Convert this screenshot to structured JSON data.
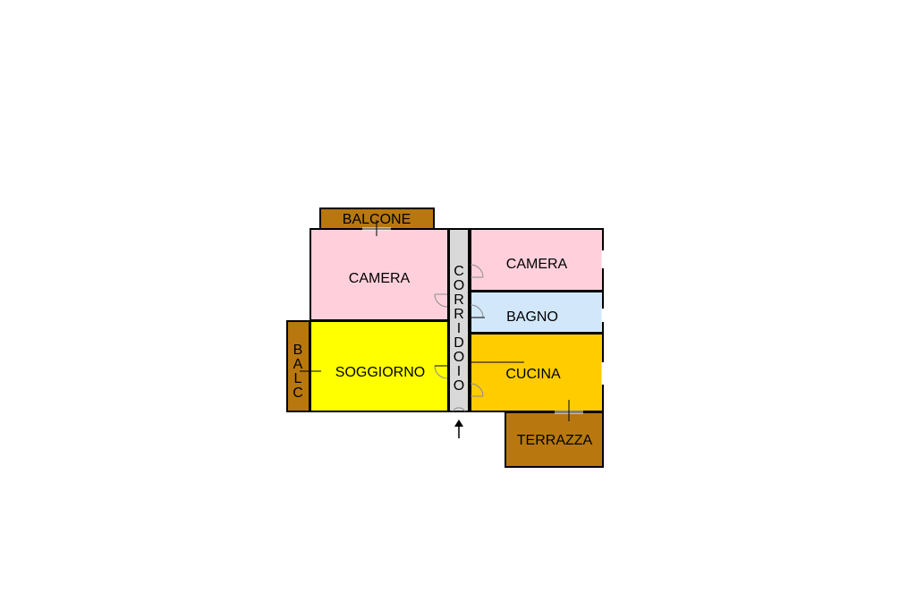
{
  "colors": {
    "wall": "#000000",
    "balcony": "#B8780F",
    "camera": "#FFD0DC",
    "bagno": "#D2E8FA",
    "soggiorno": "#FFFF00",
    "cucina": "#FFCC00",
    "corridoio": "#D9D9D9",
    "door": "#8c8c8c"
  },
  "rooms": {
    "balcone_top": "BALCONE",
    "camera_left": "CAMERA",
    "camera_right": "CAMERA",
    "bagno": "BAGNO",
    "soggiorno": "SOGGIORNO",
    "cucina": "CUCINA",
    "terrazza": "TERRAZZA",
    "balc_side_letters": [
      "B",
      "A",
      "L",
      "C"
    ],
    "corridoio_letters": [
      "C",
      "O",
      "R",
      "R",
      "I",
      "D",
      "O",
      "I",
      "O"
    ]
  },
  "icons": {
    "entrance": "arrow-up-icon"
  }
}
